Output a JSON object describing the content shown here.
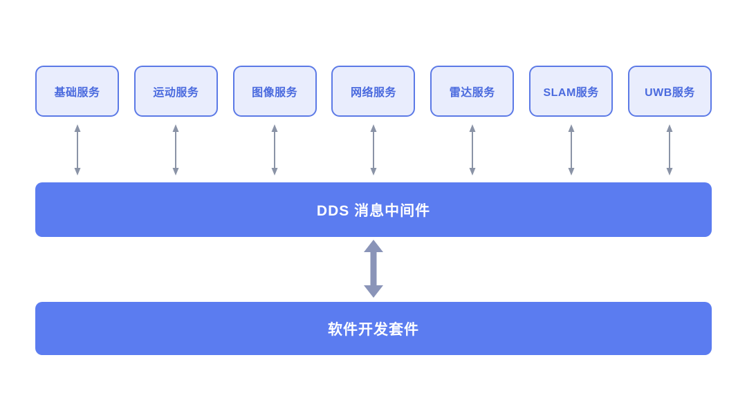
{
  "diagram": {
    "services": [
      {
        "label": "基础服务"
      },
      {
        "label": "运动服务"
      },
      {
        "label": "图像服务"
      },
      {
        "label": "网络服务"
      },
      {
        "label": "雷达服务"
      },
      {
        "label": "SLAM服务"
      },
      {
        "label": "UWB服务"
      }
    ],
    "middleware": {
      "label": "DDS 消息中间件"
    },
    "sdk": {
      "label": "软件开发套件"
    },
    "colors": {
      "bar_blue": "#5b7cf0",
      "service_box_fill": "#e9edfd",
      "service_box_border": "#5b79e6",
      "service_box_text": "#4a6ade",
      "small_arrow": "#8a93a6",
      "big_arrow": "#8a94b8"
    }
  }
}
